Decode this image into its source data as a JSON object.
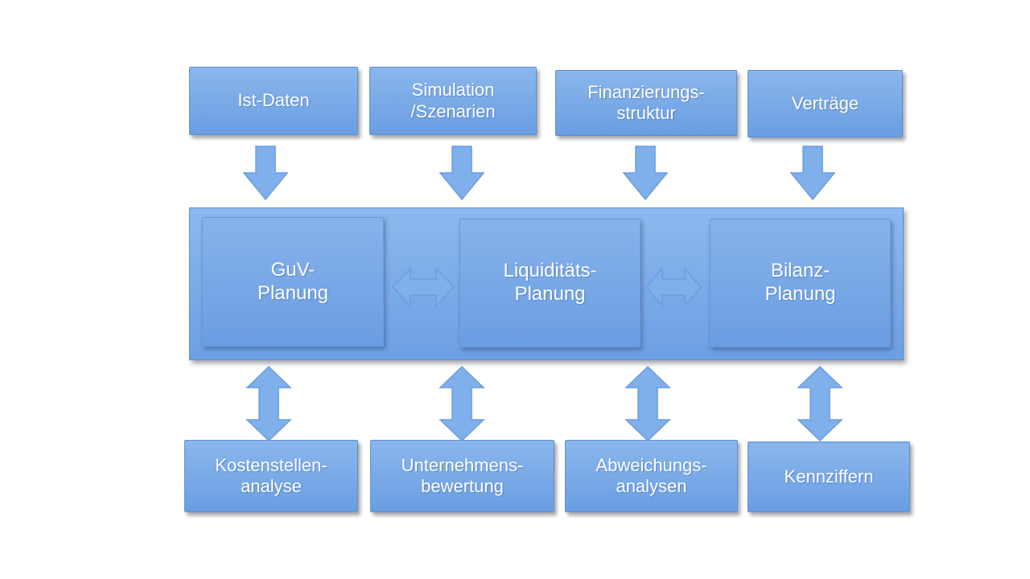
{
  "inputs": [
    "Ist-Daten",
    "Simulation\n/Szenarien",
    "Finanzierungs-\nstruktur",
    "Verträge"
  ],
  "planning": [
    "GuV-\nPlanung",
    "Liquiditäts-\nPlanung",
    "Bilanz-\nPlanung"
  ],
  "outputs": [
    "Kostenstellen-\nanalyse",
    "Unternehmens-\nbewertung",
    "Abweichungs-\nanalysen",
    "Kennziffern"
  ],
  "colors": {
    "box_fill": "#7aaae8",
    "box_border": "#5c8fd3",
    "text": "#ffffff",
    "background": "#ffffff"
  },
  "icons": {
    "input_arrow": "arrow-down-icon",
    "link_arrow": "double-arrow-horizontal-icon",
    "output_arrow": "double-arrow-vertical-icon"
  }
}
